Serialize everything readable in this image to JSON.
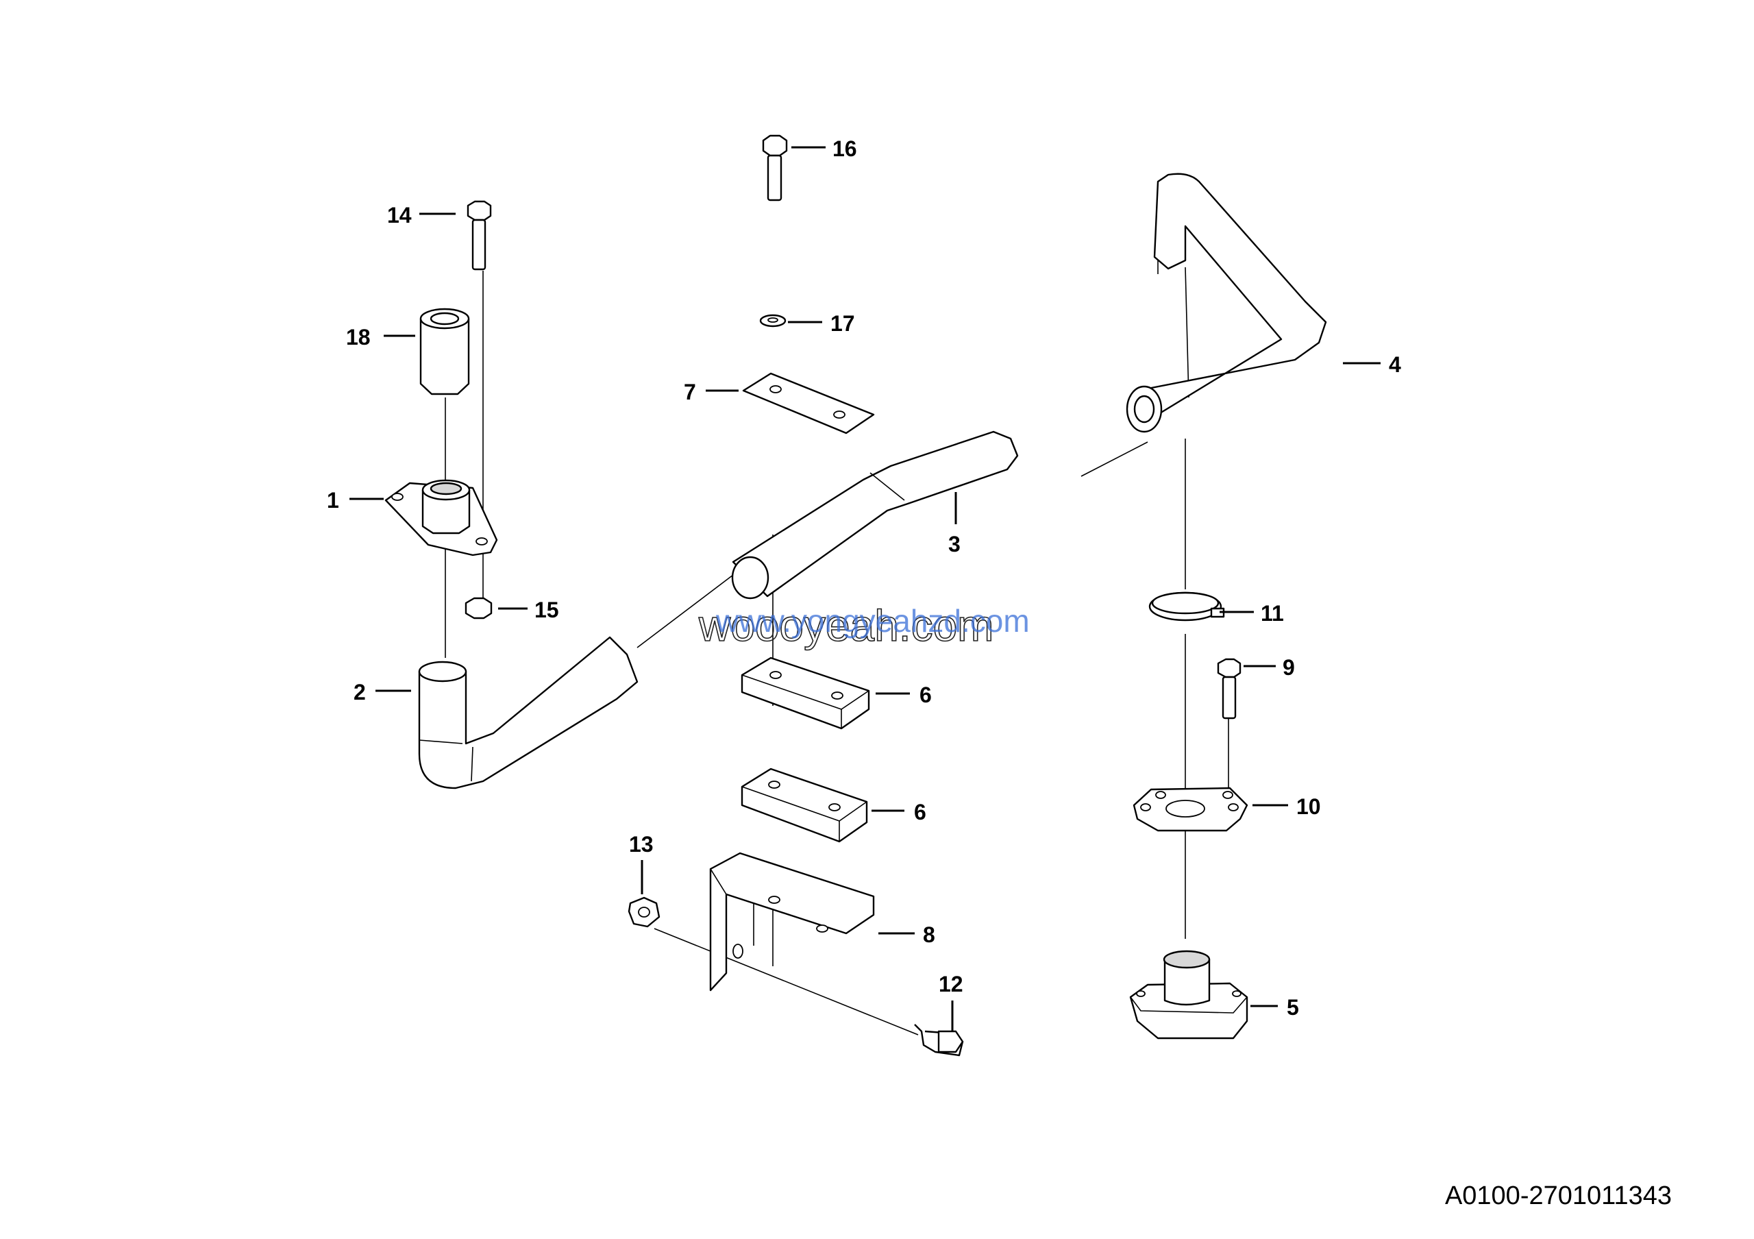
{
  "drawing_number": "A0100-2701011343",
  "watermark": {
    "main": "woooyeah.com",
    "overlay": "www.yongyeahzd.com"
  },
  "callouts": {
    "c1": "1",
    "c2": "2",
    "c3": "3",
    "c4": "4",
    "c5": "5",
    "c6a": "6",
    "c6b": "6",
    "c7": "7",
    "c8": "8",
    "c9": "9",
    "c10": "10",
    "c11": "11",
    "c12": "12",
    "c13": "13",
    "c14": "14",
    "c15": "15",
    "c16": "16",
    "c17": "17",
    "c18": "18"
  }
}
